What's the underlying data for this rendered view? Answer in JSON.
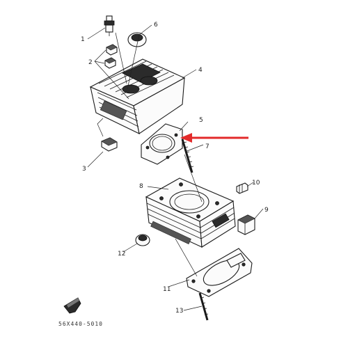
{
  "callouts": [
    {
      "id": "1",
      "label": "1"
    },
    {
      "id": "2",
      "label": "2"
    },
    {
      "id": "3",
      "label": "3"
    },
    {
      "id": "4",
      "label": "4"
    },
    {
      "id": "5",
      "label": "5"
    },
    {
      "id": "6",
      "label": "6"
    },
    {
      "id": "7",
      "label": "7"
    },
    {
      "id": "8",
      "label": "8"
    },
    {
      "id": "9",
      "label": "9"
    },
    {
      "id": "10",
      "label": "10"
    },
    {
      "id": "11",
      "label": "11"
    },
    {
      "id": "12",
      "label": "12"
    },
    {
      "id": "13",
      "label": "13"
    }
  ],
  "drawing_code": "56X440-5010",
  "highlight": {
    "color": "#e32b2b",
    "target_callout": "5"
  }
}
